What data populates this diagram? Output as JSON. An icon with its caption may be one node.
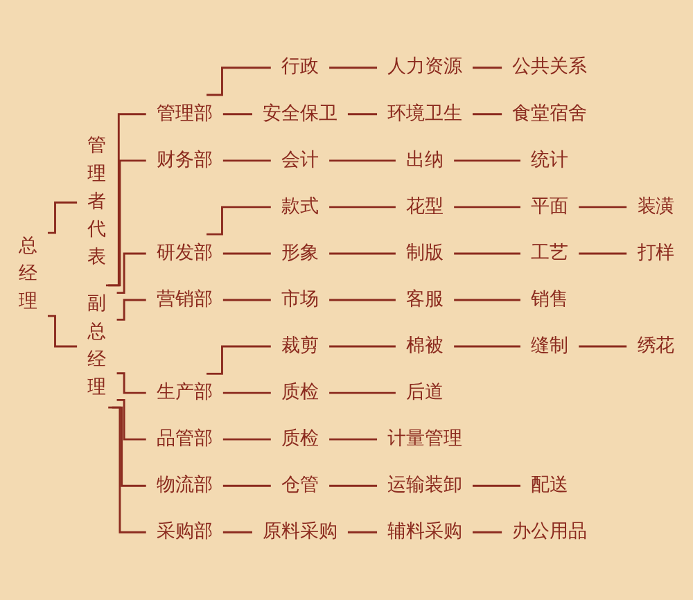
{
  "diagram": {
    "nodes": [
      {
        "text": [
          "总经理"
        ]
      },
      {
        "text": [
          "管理者代表"
        ]
      },
      {
        "text": [
          "副总经理"
        ]
      },
      {
        "text": [
          "管理部"
        ]
      },
      {
        "text": [
          "行政"
        ]
      },
      {
        "text": [
          "人力资源"
        ]
      },
      {
        "text": [
          "公共关系"
        ]
      },
      {
        "text": [
          "安全保卫"
        ]
      },
      {
        "text": [
          "环境卫生"
        ]
      },
      {
        "text": [
          "食堂宿舍"
        ]
      },
      {
        "text": [
          "财务部"
        ]
      },
      {
        "text": [
          "会计"
        ]
      },
      {
        "text": [
          "出纳"
        ]
      },
      {
        "text": [
          "统计"
        ]
      },
      {
        "text": [
          "研发部"
        ]
      },
      {
        "text": [
          "款式"
        ]
      },
      {
        "text": [
          "花型"
        ]
      },
      {
        "text": [
          "平面"
        ]
      },
      {
        "text": [
          "装潢"
        ]
      },
      {
        "text": [
          "形象"
        ]
      },
      {
        "text": [
          "制版"
        ]
      },
      {
        "text": [
          "工艺"
        ]
      },
      {
        "text": [
          "打样"
        ]
      },
      {
        "text": [
          "营销部"
        ]
      },
      {
        "text": [
          "市场"
        ]
      },
      {
        "text": [
          "客服"
        ]
      },
      {
        "text": [
          "销售"
        ]
      },
      {
        "text": [
          "生产部"
        ]
      },
      {
        "text": [
          "裁剪"
        ]
      },
      {
        "text": [
          "棉被"
        ]
      },
      {
        "text": [
          "缝制"
        ]
      },
      {
        "text": [
          "绣花"
        ]
      },
      {
        "text": [
          "质检"
        ]
      },
      {
        "text": [
          "后道"
        ]
      },
      {
        "text": [
          "品管部"
        ]
      },
      {
        "text": [
          "质检"
        ]
      },
      {
        "text": [
          "计量管理"
        ]
      },
      {
        "text": [
          "物流部"
        ]
      },
      {
        "text": [
          "仓管"
        ]
      },
      {
        "text": [
          "运输装卸"
        ]
      },
      {
        "text": [
          "配送"
        ]
      },
      {
        "text": [
          "采购部"
        ]
      },
      {
        "text": [
          "原料采购"
        ]
      },
      {
        "text": [
          "辅料采购"
        ]
      },
      {
        "text": [
          "办公用品"
        ]
      }
    ],
    "edges": [
      {
        "from": 0,
        "to": 2,
        "arrow": "none"
      },
      {
        "from": 0,
        "to": 1,
        "arrow": "none"
      },
      {
        "from": 2,
        "to": 3,
        "arrow": "none"
      },
      {
        "from": 2,
        "to": 10,
        "arrow": "none"
      },
      {
        "from": 2,
        "to": 14,
        "arrow": "none"
      },
      {
        "from": 2,
        "to": 23,
        "arrow": "none"
      },
      {
        "from": 2,
        "to": 27,
        "arrow": "none"
      },
      {
        "from": 2,
        "to": 34,
        "arrow": "none"
      },
      {
        "from": 2,
        "to": 37,
        "arrow": "none"
      },
      {
        "from": 2,
        "to": 41,
        "arrow": "none"
      },
      {
        "from": 3,
        "to": 4,
        "arrow": "none"
      },
      {
        "from": 4,
        "to": 5,
        "arrow": "none"
      },
      {
        "from": 5,
        "to": 6,
        "arrow": "none"
      },
      {
        "from": 3,
        "to": 7,
        "arrow": "none"
      },
      {
        "from": 7,
        "to": 8,
        "arrow": "none"
      },
      {
        "from": 8,
        "to": 9,
        "arrow": "none"
      },
      {
        "from": 10,
        "to": 11,
        "arrow": "none"
      },
      {
        "from": 11,
        "to": 12,
        "arrow": "none"
      },
      {
        "from": 12,
        "to": 13,
        "arrow": "none"
      },
      {
        "from": 14,
        "to": 15,
        "arrow": "none"
      },
      {
        "from": 15,
        "to": 16,
        "arrow": "none"
      },
      {
        "from": 16,
        "to": 17,
        "arrow": "none"
      },
      {
        "from": 17,
        "to": 18,
        "arrow": "none"
      },
      {
        "from": 14,
        "to": 19,
        "arrow": "none"
      },
      {
        "from": 19,
        "to": 20,
        "arrow": "none"
      },
      {
        "from": 20,
        "to": 21,
        "arrow": "none"
      },
      {
        "from": 21,
        "to": 22,
        "arrow": "none"
      },
      {
        "from": 23,
        "to": 24,
        "arrow": "none"
      },
      {
        "from": 24,
        "to": 25,
        "arrow": "none"
      },
      {
        "from": 25,
        "to": 26,
        "arrow": "none"
      },
      {
        "from": 27,
        "to": 28,
        "arrow": "none"
      },
      {
        "from": 28,
        "to": 29,
        "arrow": "none"
      },
      {
        "from": 29,
        "to": 30,
        "arrow": "none"
      },
      {
        "from": 30,
        "to": 31,
        "arrow": "none"
      },
      {
        "from": 27,
        "to": 32,
        "arrow": "none"
      },
      {
        "from": 32,
        "to": 33,
        "arrow": "none"
      },
      {
        "from": 34,
        "to": 35,
        "arrow": "none"
      },
      {
        "from": 35,
        "to": 36,
        "arrow": "none"
      },
      {
        "from": 37,
        "to": 38,
        "arrow": "none"
      },
      {
        "from": 38,
        "to": 39,
        "arrow": "none"
      },
      {
        "from": 39,
        "to": 40,
        "arrow": "none"
      },
      {
        "from": 41,
        "to": 42,
        "arrow": "none"
      },
      {
        "from": 42,
        "to": 43,
        "arrow": "none"
      },
      {
        "from": 43,
        "to": 44,
        "arrow": "none"
      }
    ]
  }
}
